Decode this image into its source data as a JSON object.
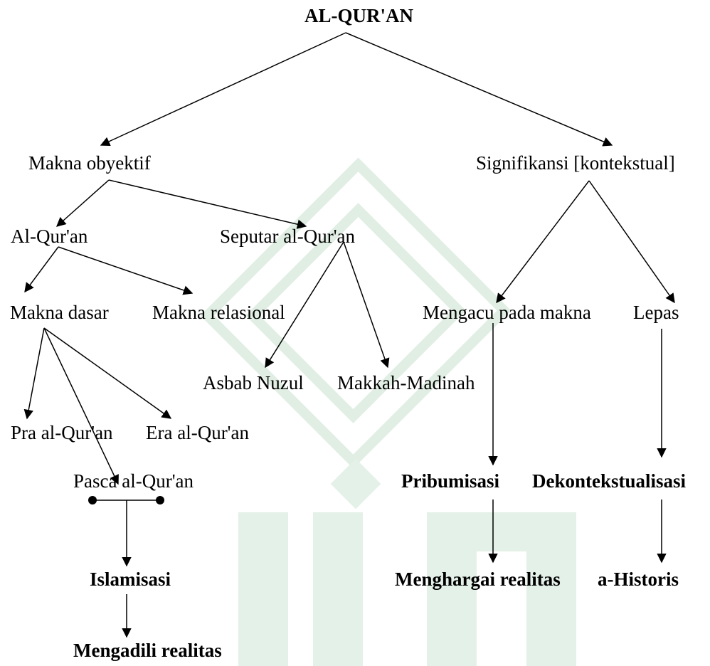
{
  "diagram": {
    "root": "AL-QUR'AN",
    "makna_obyektif": "Makna obyektif",
    "signifikansi": "Signifikansi [kontekstual]",
    "al_quran": "Al-Qur'an",
    "seputar": "Seputar al-Qur'an",
    "makna_dasar": "Makna dasar",
    "makna_relasional": "Makna relasional",
    "asbab_nuzul": "Asbab Nuzul",
    "makkah_madinah": "Makkah-Madinah",
    "pra": "Pra al-Qur'an",
    "era": "Era al-Qur'an",
    "pasca": "Pasca al-Qur'an",
    "islamisasi": "Islamisasi",
    "mengadili": "Mengadili realitas",
    "mengacu": "Mengacu pada makna",
    "lepas": "Lepas",
    "pribumisasi": "Pribumisasi",
    "dekontekstualisasi": "Dekontekstualisasi",
    "menghargai": "Menghargai realitas",
    "ahistoris": "a-Historis"
  },
  "colors": {
    "ink": "#000000",
    "watermark": "#e0eee4"
  }
}
